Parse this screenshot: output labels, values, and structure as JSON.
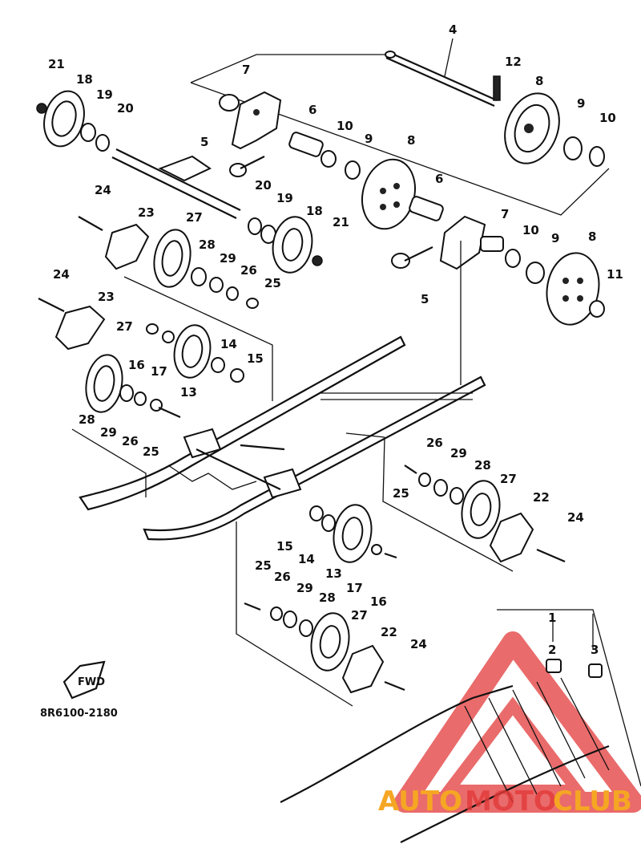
{
  "diagram": {
    "code": "8R6100-2180",
    "front_marker": "FWD",
    "labels": {
      "upper_left_21": "21",
      "upper_left_18": "18",
      "upper_left_19": "19",
      "upper_left_20": "20",
      "top_7": "7",
      "top_5": "5",
      "top_6": "6",
      "top_10a": "10",
      "top_9a": "9",
      "top_8a": "8",
      "top_4": "4",
      "top_12": "12",
      "top_8b": "8",
      "top_9b": "9",
      "top_10b": "10",
      "mid_20": "20",
      "mid_19": "19",
      "mid_18": "18",
      "mid_21": "21",
      "mid_6": "6",
      "mid_7": "7",
      "mid_10": "10",
      "mid_9": "9",
      "mid_8": "8",
      "mid_11": "11",
      "mid_5": "5",
      "l1_24": "24",
      "l1_23": "23",
      "l1_27": "27",
      "l1_28": "28",
      "l1_29": "29",
      "l1_26": "26",
      "l1_25": "25",
      "l2_24": "24",
      "l2_23": "23",
      "l2_27": "27",
      "l2_16": "16",
      "l2_17": "17",
      "l2_14": "14",
      "l2_15": "15",
      "l2_13": "13",
      "l2_28": "28",
      "l2_29": "29",
      "l2_26": "26",
      "l2_25": "25",
      "r_26": "26",
      "r_29": "29",
      "r_28": "28",
      "r_25": "25",
      "r_27": "27",
      "r_22": "22",
      "r_24": "24",
      "b_15": "15",
      "b_14": "14",
      "b_13": "13",
      "b_17": "17",
      "b_16": "16",
      "b_25": "25",
      "b_26": "26",
      "b_29": "29",
      "b_28": "28",
      "b_27": "27",
      "b_22": "22",
      "b_24": "24",
      "br_1": "1",
      "br_2": "2",
      "br_3": "3"
    }
  },
  "watermark": {
    "text_left": "AUTO",
    "text_mid": "MOTO",
    "text_right": "CLUB",
    "color_orange": "#f5a623",
    "color_red": "#e33a3a"
  }
}
